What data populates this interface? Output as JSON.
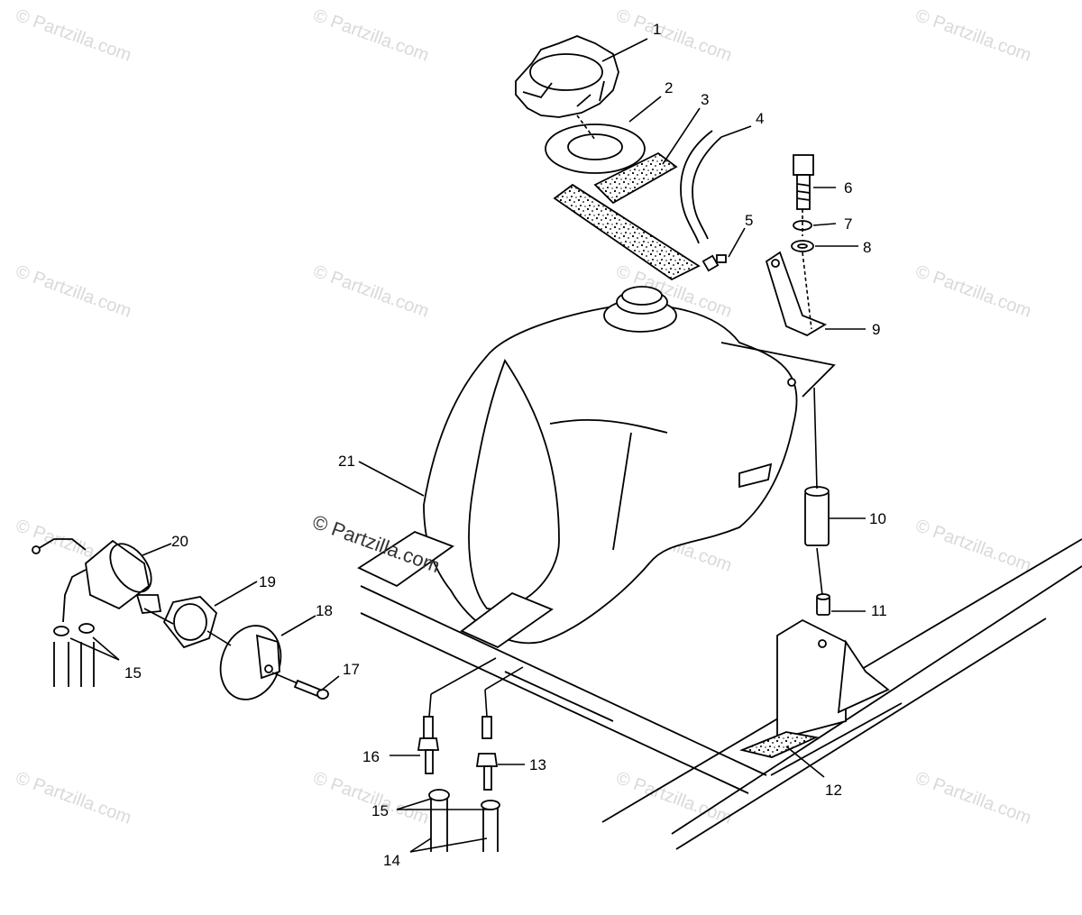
{
  "watermark": {
    "text": "© Partzilla.com",
    "center_text": "© Partzilla.com"
  },
  "callouts": {
    "c1": "1",
    "c2": "2",
    "c3": "3",
    "c4": "4",
    "c5": "5",
    "c6": "6",
    "c7": "7",
    "c8": "8",
    "c9": "9",
    "c10": "10",
    "c11": "11",
    "c12": "12",
    "c13": "13",
    "c14": "14",
    "c15a": "15",
    "c15b": "15",
    "c16": "16",
    "c17": "17",
    "c18": "18",
    "c19": "19",
    "c20": "20",
    "c21": "21"
  }
}
